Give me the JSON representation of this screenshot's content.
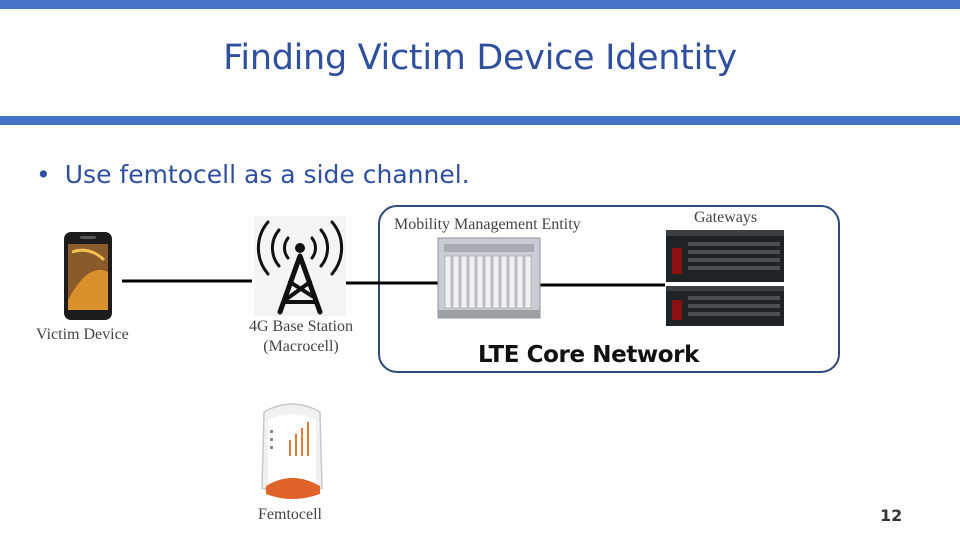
{
  "slide": {
    "title": "Finding Victim Device Identity",
    "bullet_marker": "•",
    "bullet": "Use femtocell as a side channel.",
    "page_number": "12"
  },
  "diagram": {
    "labels": {
      "victim_device": "Victim Device",
      "base_station": "4G Base Station (Macrocell)",
      "mme": "Mobility Management Entity",
      "gateways": "Gateways",
      "core_network": "LTE Core Network",
      "femtocell": "Femtocell"
    },
    "icons": [
      "smartphone-icon",
      "cell-tower-icon",
      "server-chassis-icon",
      "gateway-server-icon",
      "femtocell-router-icon"
    ]
  },
  "colors": {
    "accent_bar": "#4472c4",
    "title_text": "#2f4f9f",
    "core_network_border": "#2f4a7a"
  }
}
